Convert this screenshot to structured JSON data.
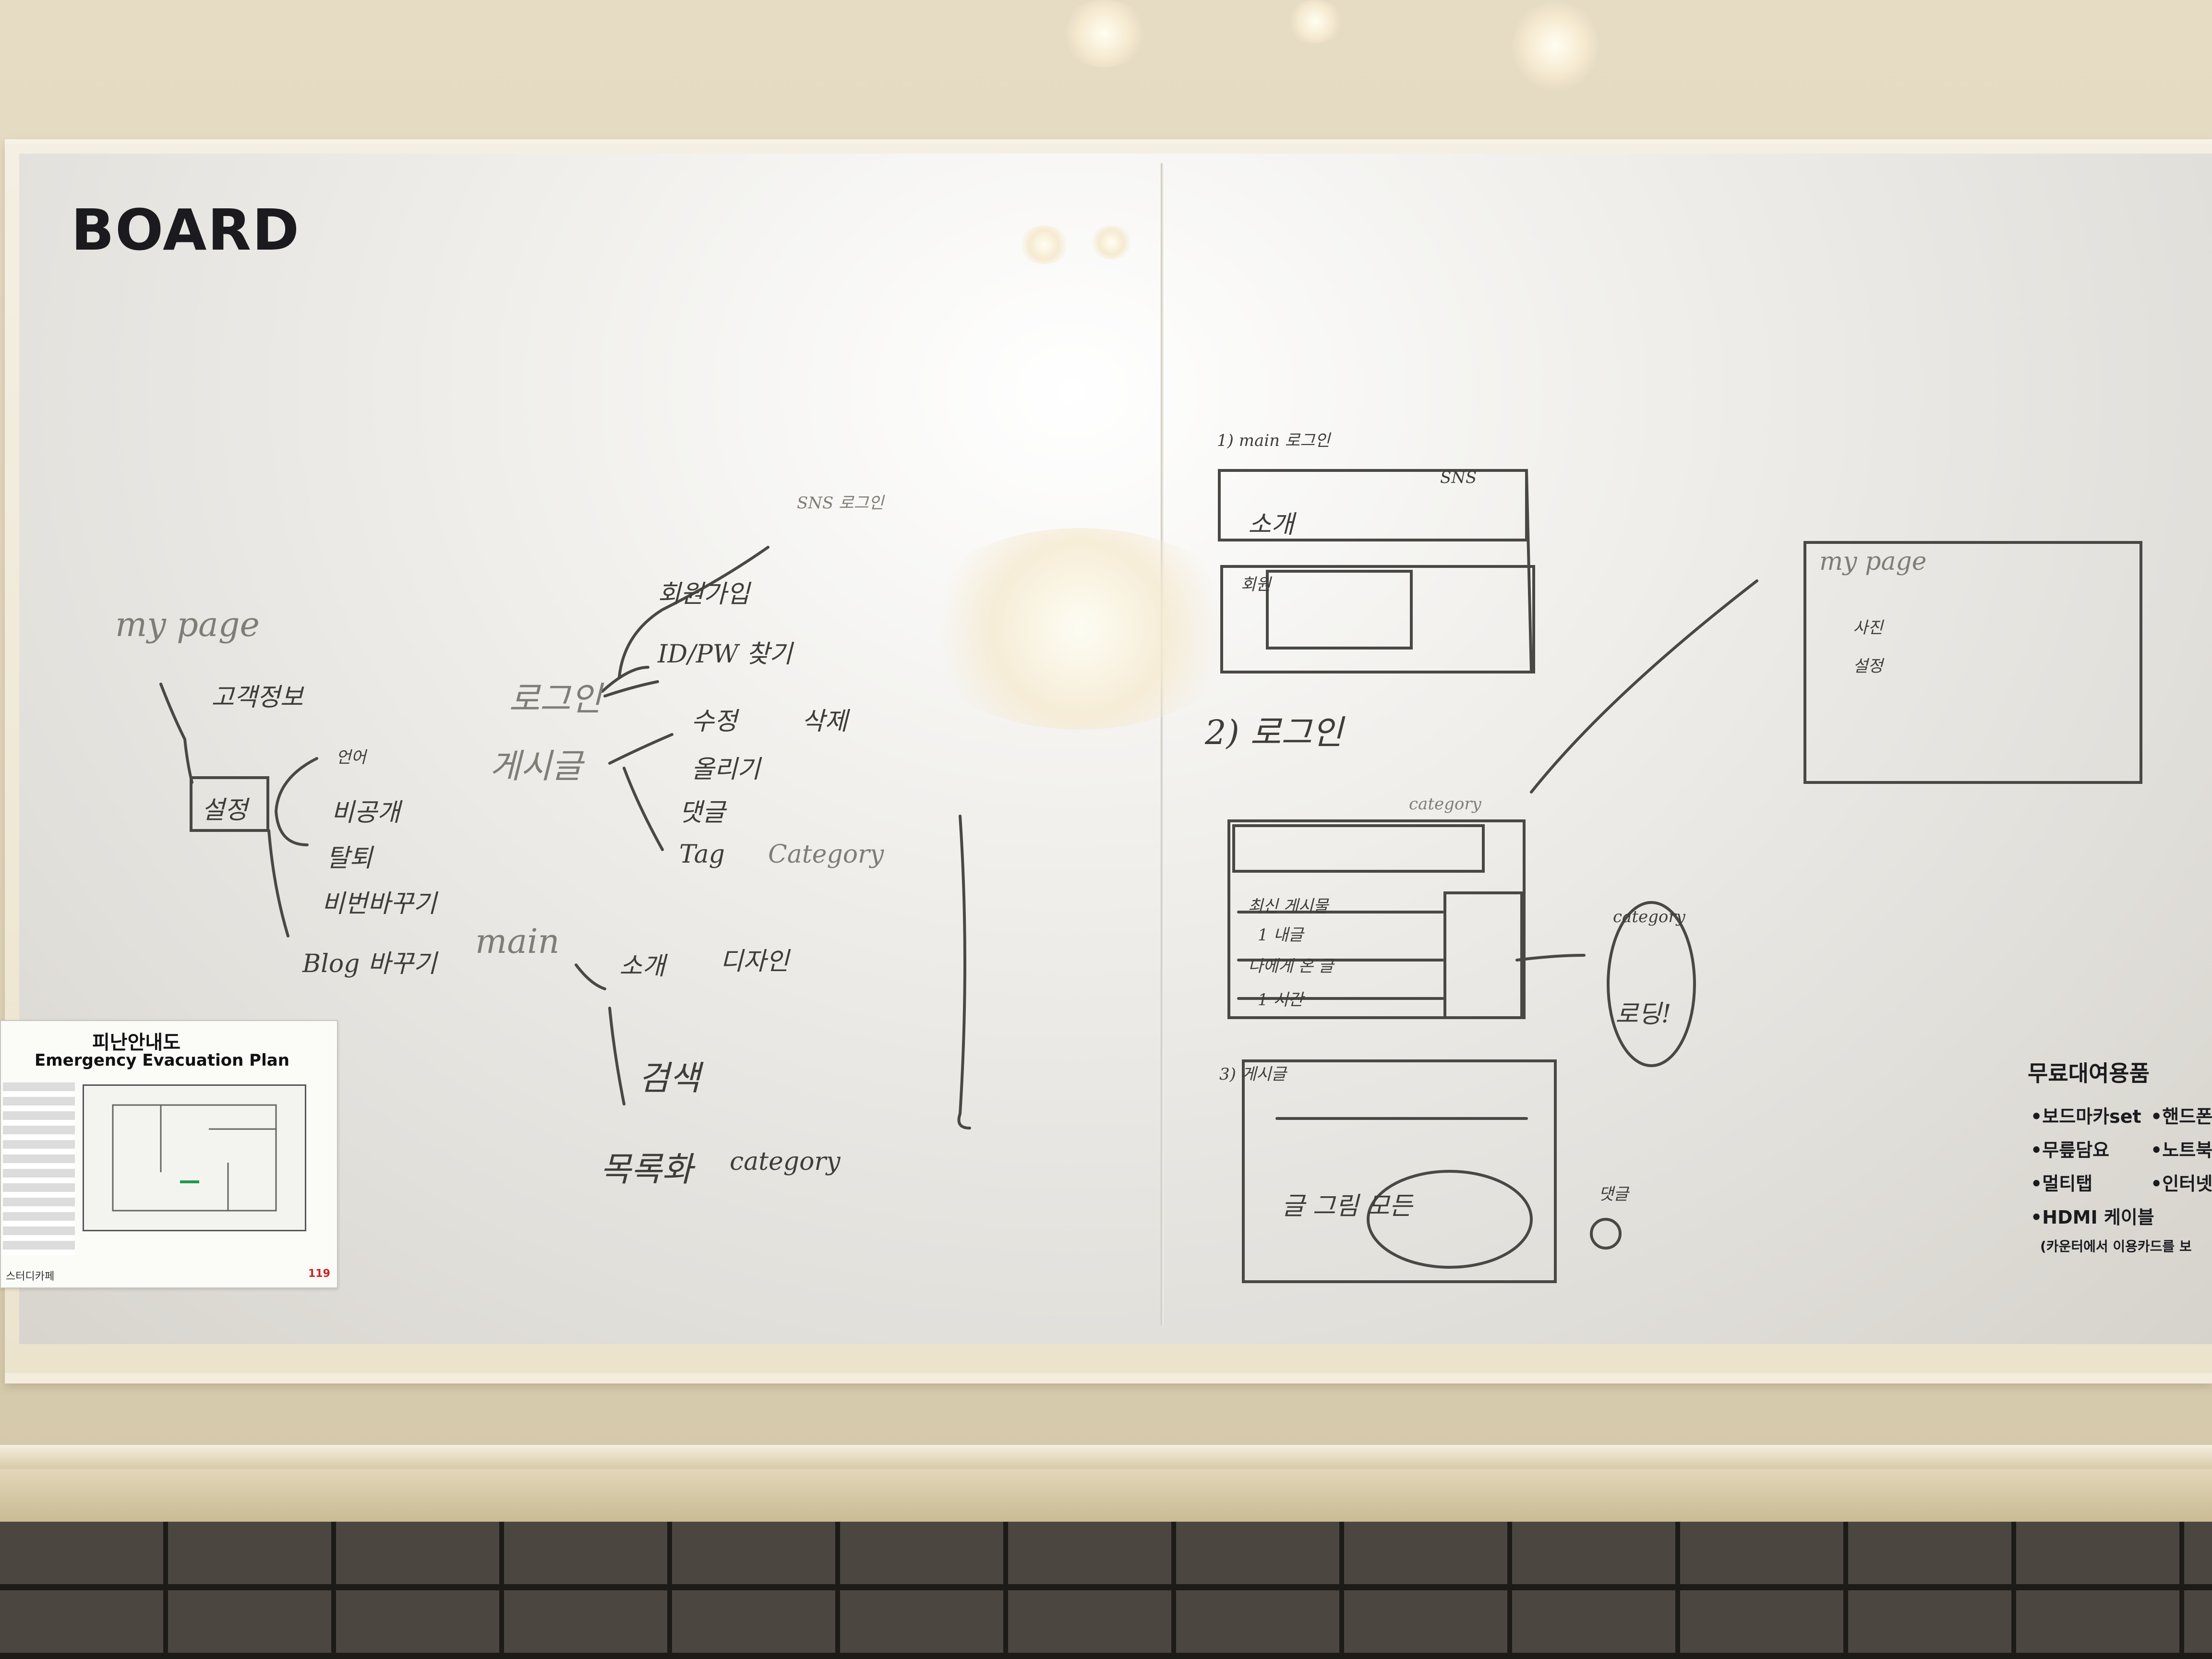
{
  "board_sign": "BOARD",
  "left_panel": {
    "mypage_heading": "my page",
    "customer_info": "고객정보",
    "settings": "설정",
    "settings_items": [
      "언어",
      "비공개",
      "탈퇴",
      "비번바꾸기",
      "Blog 바꾸기"
    ],
    "login": "로그인",
    "sns_login": "SNS 로그인",
    "login_items": [
      "회원가입",
      "ID/PW 찾기"
    ],
    "posts": "게시글",
    "post_items": [
      "수정",
      "삭제",
      "올리기",
      "댓글",
      "Tag",
      "Category"
    ],
    "main": "main",
    "main_items": [
      "소개",
      "디자인",
      "검색",
      "목록화",
      "category"
    ]
  },
  "right_panel": {
    "section1": "1) main 로그인",
    "intro": "소개",
    "member": "회원",
    "sns": "SNS",
    "section2": "2) 로그인",
    "category_label": "category",
    "list_labels": [
      "최신 게시물",
      "1 내글",
      "나에게 온 글",
      "1 시간"
    ],
    "category_note": "category",
    "loading": "로딩!",
    "section3": "3) 게시글",
    "post_box_text": "글 그림 모든",
    "mypage_heading": "my page",
    "mypage_items": [
      "사진",
      "설정"
    ],
    "comment": "댓글"
  },
  "evacuation_plan": {
    "title_ko": "피난안내도",
    "title_en": "Emergency Evacuation Plan",
    "footer_brand": "스터디카페",
    "footer_emergency": "119"
  },
  "rental_sign": {
    "title": "무료대여용품",
    "items": [
      "•보드마카set",
      "•핸드폰",
      "•무릎담요",
      "•노트북",
      "•멀티탭",
      "•인터넷",
      "•HDMI 케이블"
    ],
    "note": "(카운터에서 이용카드를 보"
  },
  "colors": {
    "board": "#efeeea",
    "marker": "#3f3d3a",
    "wall": "#e2d8bf",
    "frame": "#f3eddd",
    "brick": "#3a3631"
  }
}
